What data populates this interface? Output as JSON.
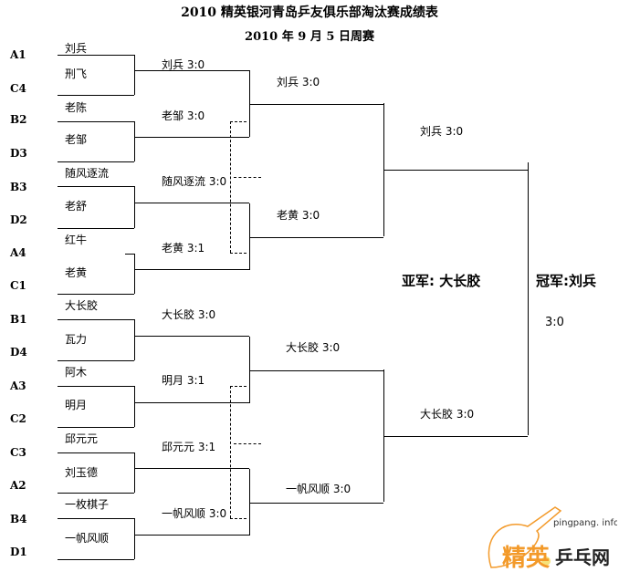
{
  "title": "2010 精英银河青岛乒友俱乐部淘汰赛成绩表",
  "subtitle": "2010 年 9 月 5 日周赛",
  "seeds": [
    "A1",
    "C4",
    "B2",
    "D3",
    "B3",
    "D2",
    "A4",
    "C1",
    "B1",
    "D4",
    "A3",
    "C2",
    "C3",
    "A2",
    "B4",
    "D1"
  ],
  "players": [
    "刘兵",
    "刑飞",
    "老陈",
    "老邹",
    "随风逐流",
    "老舒",
    "红牛",
    "老黄",
    "大长胶",
    "瓦力",
    "阿木",
    "明月",
    "邱元元",
    "刘玉德",
    "一枚棋子",
    "一帆风顺"
  ],
  "round1": [
    "刘兵 3:0",
    "老邹 3:0",
    "随风逐流 3:0",
    "老黄 3:1",
    "大长胶 3:0",
    "明月 3:1",
    "邱元元 3:1",
    "一帆风顺 3:0"
  ],
  "round2": [
    "刘兵 3:0",
    "老黄 3:0",
    "大长胶 3:0",
    "一帆风顺 3:0"
  ],
  "round3": [
    "刘兵 3:0",
    "大长胶 3:0"
  ],
  "runner_up": "亚军:  大长胶",
  "champion": "冠军:刘兵",
  "final_score": "3:0",
  "logo": {
    "text_main": "精英",
    "text_sub": "乒乓网",
    "url_text": "pingpang. info",
    "color": "#f39a2a"
  }
}
